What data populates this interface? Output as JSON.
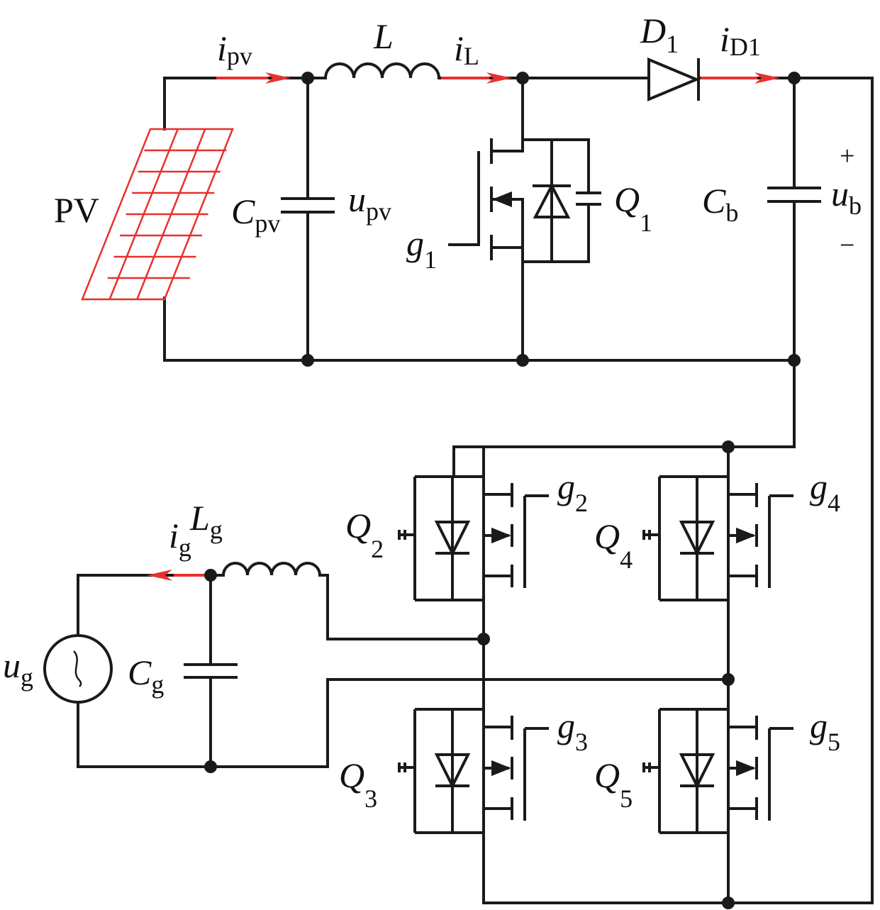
{
  "colors": {
    "wire": "#1a1a1a",
    "current_arrow": "#e8302e",
    "pv_panel": "#e8302e"
  },
  "pv_panel": {
    "label": "PV",
    "icon": "pv-panel-icon"
  },
  "currents": {
    "i_pv": {
      "main": "i",
      "sub": "pv"
    },
    "i_L": {
      "main": "i",
      "sub": "L"
    },
    "i_D1": {
      "main": "i",
      "sub": "D1"
    },
    "i_g": {
      "main": "i",
      "sub": "g"
    }
  },
  "components": {
    "L": {
      "main": "L",
      "sub": ""
    },
    "D1": {
      "main": "D",
      "sub": "1"
    },
    "C_pv": {
      "main": "C",
      "sub": "pv"
    },
    "u_pv": {
      "main": "u",
      "sub": "pv"
    },
    "C_b": {
      "main": "C",
      "sub": "b"
    },
    "u_b": {
      "main": "u",
      "sub": "b",
      "plus": "+",
      "minus": "−"
    },
    "Q1": {
      "main": "Q",
      "sub": "1"
    },
    "g1": {
      "main": "g",
      "sub": "1"
    },
    "Q2": {
      "main": "Q",
      "sub": "2"
    },
    "g2": {
      "main": "g",
      "sub": "2"
    },
    "Q3": {
      "main": "Q",
      "sub": "3"
    },
    "g3": {
      "main": "g",
      "sub": "3"
    },
    "Q4": {
      "main": "Q",
      "sub": "4"
    },
    "g4": {
      "main": "g",
      "sub": "4"
    },
    "Q5": {
      "main": "Q",
      "sub": "5"
    },
    "g5": {
      "main": "g",
      "sub": "5"
    },
    "L_g": {
      "main": "L",
      "sub": "g"
    },
    "C_g": {
      "main": "C",
      "sub": "g"
    },
    "u_g": {
      "main": "u",
      "sub": "g",
      "icon": "ac-source-icon"
    }
  }
}
